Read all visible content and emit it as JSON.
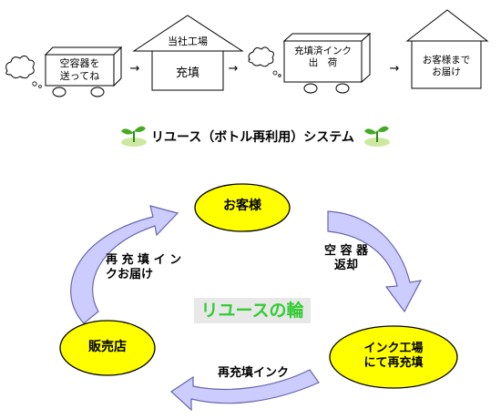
{
  "process": {
    "step1": "空容器を\n送ってね",
    "step2_roof": "当社工場",
    "step2_body": "充填",
    "step3": "充填済インク\n出　荷",
    "step4": "お客様まで\nお届け",
    "arrow_glyph": "→"
  },
  "title": "リユース（ボトル再利用）システム",
  "cycle": {
    "node_customer": "お客様",
    "node_factory": "インク工場\nにて再充填",
    "node_shop": "販売店",
    "edge_customer_to_factory": "空 容 器\n返却",
    "edge_factory_to_shop": "再充填インク",
    "edge_shop_to_customer": "再 充 填 イ ン\nクお届け",
    "center_label": "リユースの輪"
  },
  "colors": {
    "node_fill": "#ffff00",
    "node_stroke": "#000000",
    "arrow_fill": "#ccccff",
    "arrow_stroke": "#6666aa",
    "center_text": "#33cc33",
    "center_bg": "#e8e8e8",
    "title_text": "#000000",
    "leaf": "#44aa22"
  }
}
